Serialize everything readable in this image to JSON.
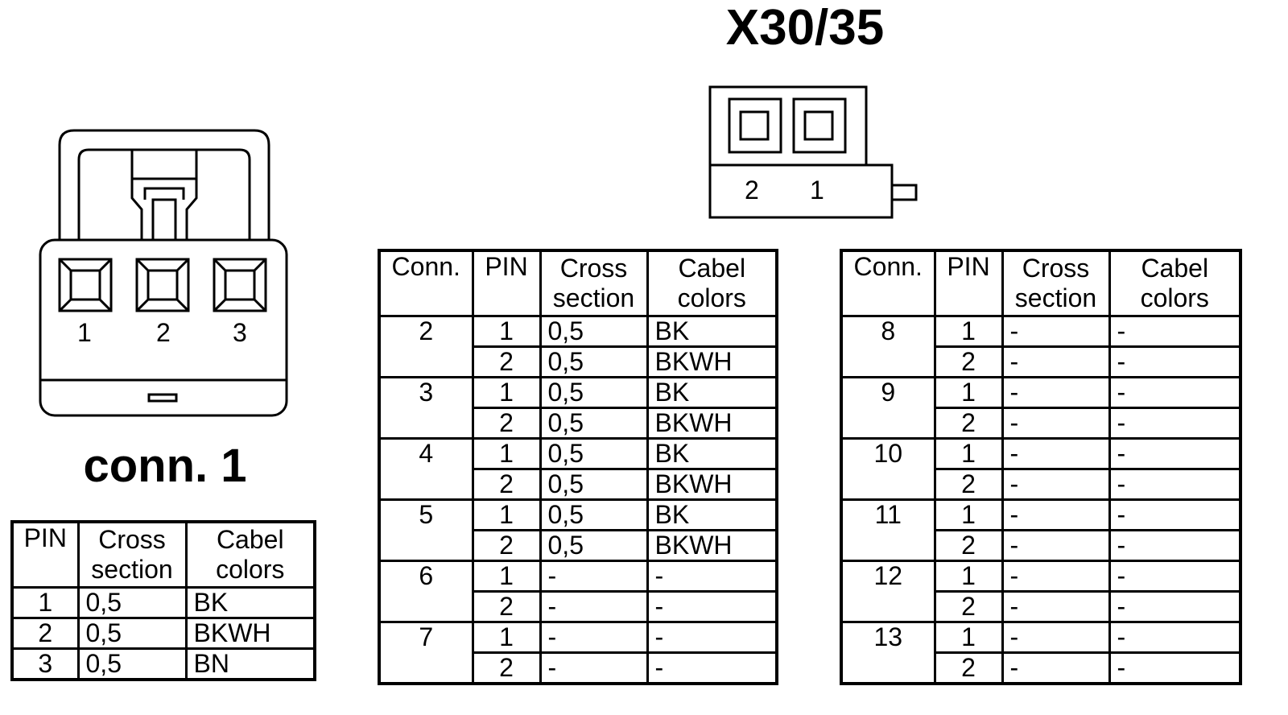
{
  "conn1": {
    "title": "conn. 1",
    "pin_labels": [
      "1",
      "2",
      "3"
    ],
    "table": {
      "headers": {
        "pin": "PIN",
        "cross": [
          "Cross",
          "section"
        ],
        "color": [
          "Cabel",
          "colors"
        ]
      },
      "rows": [
        {
          "pin": "1",
          "cross": "0,5",
          "color": "BK"
        },
        {
          "pin": "2",
          "cross": "0,5",
          "color": "BKWH"
        },
        {
          "pin": "3",
          "cross": "0,5",
          "color": "BN"
        }
      ]
    }
  },
  "x30": {
    "title": "X30/35",
    "pin_labels": [
      "2",
      "1"
    ],
    "headers": {
      "conn": "Conn.",
      "pin": "PIN",
      "cross": [
        "Cross",
        "section"
      ],
      "color": [
        "Cabel",
        "colors"
      ]
    },
    "table_left": [
      {
        "conn": "2",
        "rows": [
          {
            "pin": "1",
            "cross": "0,5",
            "color": "BK"
          },
          {
            "pin": "2",
            "cross": "0,5",
            "color": "BKWH"
          }
        ]
      },
      {
        "conn": "3",
        "rows": [
          {
            "pin": "1",
            "cross": "0,5",
            "color": "BK"
          },
          {
            "pin": "2",
            "cross": "0,5",
            "color": "BKWH"
          }
        ]
      },
      {
        "conn": "4",
        "rows": [
          {
            "pin": "1",
            "cross": "0,5",
            "color": "BK"
          },
          {
            "pin": "2",
            "cross": "0,5",
            "color": "BKWH"
          }
        ]
      },
      {
        "conn": "5",
        "rows": [
          {
            "pin": "1",
            "cross": "0,5",
            "color": "BK"
          },
          {
            "pin": "2",
            "cross": "0,5",
            "color": "BKWH"
          }
        ]
      },
      {
        "conn": "6",
        "rows": [
          {
            "pin": "1",
            "cross": "-",
            "color": "-"
          },
          {
            "pin": "2",
            "cross": "-",
            "color": "-"
          }
        ]
      },
      {
        "conn": "7",
        "rows": [
          {
            "pin": "1",
            "cross": "-",
            "color": "-"
          },
          {
            "pin": "2",
            "cross": "-",
            "color": "-"
          }
        ]
      }
    ],
    "table_right": [
      {
        "conn": "8",
        "rows": [
          {
            "pin": "1",
            "cross": "-",
            "color": "-"
          },
          {
            "pin": "2",
            "cross": "-",
            "color": "-"
          }
        ]
      },
      {
        "conn": "9",
        "rows": [
          {
            "pin": "1",
            "cross": "-",
            "color": "-"
          },
          {
            "pin": "2",
            "cross": "-",
            "color": "-"
          }
        ]
      },
      {
        "conn": "10",
        "rows": [
          {
            "pin": "1",
            "cross": "-",
            "color": "-"
          },
          {
            "pin": "2",
            "cross": "-",
            "color": "-"
          }
        ]
      },
      {
        "conn": "11",
        "rows": [
          {
            "pin": "1",
            "cross": "-",
            "color": "-"
          },
          {
            "pin": "2",
            "cross": "-",
            "color": "-"
          }
        ]
      },
      {
        "conn": "12",
        "rows": [
          {
            "pin": "1",
            "cross": "-",
            "color": "-"
          },
          {
            "pin": "2",
            "cross": "-",
            "color": "-"
          }
        ]
      },
      {
        "conn": "13",
        "rows": [
          {
            "pin": "1",
            "cross": "-",
            "color": "-"
          },
          {
            "pin": "2",
            "cross": "-",
            "color": "-"
          }
        ]
      }
    ]
  }
}
